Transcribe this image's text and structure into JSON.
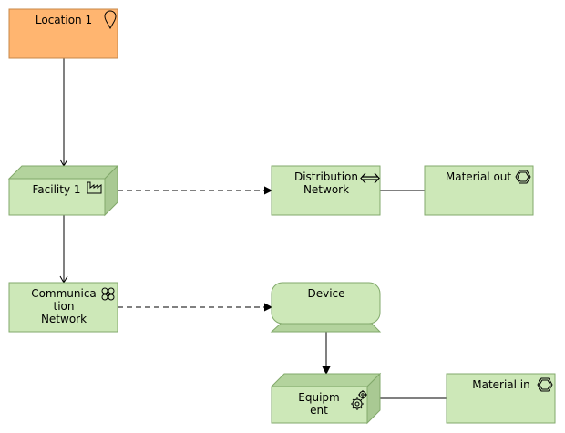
{
  "colors": {
    "location_fill": "#ffb570",
    "location_stroke": "#c7884a",
    "tech_fill": "#cde8b8",
    "tech_side": "#b3d39d",
    "tech_stroke": "#82a96b"
  },
  "nodes": {
    "location": {
      "line1": "Location 1",
      "icon": "location-pin-icon"
    },
    "facility": {
      "line1": "Facility 1",
      "icon": "factory-icon"
    },
    "distribution": {
      "line1": "Distribution",
      "line2": "Network",
      "icon": "bidirectional-arrow-icon"
    },
    "material_out": {
      "line1": "Material out",
      "icon": "hexagon-icon"
    },
    "communication": {
      "line1": "Communica",
      "line2": "tion",
      "line3": "Network",
      "icon": "network-icon"
    },
    "device": {
      "line1": "Device"
    },
    "equipment": {
      "line1": "Equipm",
      "line2": "ent",
      "icon": "gears-icon"
    },
    "material_in": {
      "line1": "Material in",
      "icon": "hexagon-icon"
    }
  }
}
